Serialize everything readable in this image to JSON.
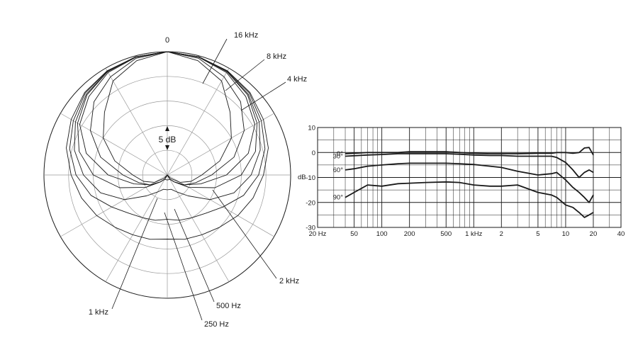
{
  "chart_data": [
    {
      "type": "polar",
      "angle_label": "0",
      "scale_label": "5 dB",
      "rings_db": 5,
      "frequency_labels": [
        "16 kHz",
        "8 kHz",
        "4 kHz",
        "2 kHz",
        "1 kHz",
        "500 Hz",
        "250 Hz"
      ],
      "series": [
        {
          "name": "16 kHz",
          "angles": [
            0,
            15,
            30,
            45,
            60,
            75,
            90,
            105,
            120,
            135,
            150,
            165,
            180
          ],
          "level_db": [
            0,
            -1,
            -3,
            -7,
            -10,
            -14,
            -18,
            -20,
            -22,
            -24,
            -25,
            -26,
            -26
          ]
        },
        {
          "name": "8 kHz",
          "angles": [
            0,
            15,
            30,
            45,
            60,
            75,
            90,
            105,
            120,
            135,
            150,
            165,
            180
          ],
          "level_db": [
            0,
            -0.5,
            -2,
            -4,
            -7,
            -11,
            -16,
            -19,
            -21,
            -23,
            -24,
            -25,
            -25
          ]
        },
        {
          "name": "4 kHz",
          "angles": [
            0,
            15,
            30,
            45,
            60,
            75,
            90,
            105,
            120,
            135,
            150,
            165,
            180
          ],
          "level_db": [
            0,
            -0.3,
            -1,
            -2.5,
            -4.5,
            -8,
            -13,
            -18,
            -21,
            -23,
            -24,
            -25,
            -25
          ]
        },
        {
          "name": "2 kHz",
          "angles": [
            0,
            15,
            30,
            45,
            60,
            75,
            90,
            105,
            120,
            135,
            150,
            165,
            180
          ],
          "level_db": [
            0,
            -0.2,
            -0.8,
            -2,
            -4,
            -6.5,
            -10,
            -15,
            -20,
            -23,
            -24,
            -24,
            -24
          ]
        },
        {
          "name": "1 kHz",
          "angles": [
            0,
            15,
            30,
            45,
            60,
            75,
            90,
            105,
            120,
            135,
            150,
            165,
            180
          ],
          "level_db": [
            0,
            -0.2,
            -0.8,
            -1.8,
            -3.5,
            -5.5,
            -8,
            -11,
            -15,
            -19,
            -21,
            -22,
            -22
          ]
        },
        {
          "name": "500 Hz",
          "angles": [
            0,
            15,
            30,
            45,
            60,
            75,
            90,
            105,
            120,
            135,
            150,
            165,
            180
          ],
          "level_db": [
            0,
            -0.2,
            -0.7,
            -1.5,
            -3,
            -4.5,
            -6.5,
            -9,
            -12,
            -14,
            -15,
            -15.5,
            -16
          ]
        },
        {
          "name": "250 Hz",
          "angles": [
            0,
            15,
            30,
            45,
            60,
            75,
            90,
            105,
            120,
            135,
            150,
            165,
            180
          ],
          "level_db": [
            0,
            -0.2,
            -0.6,
            -1.3,
            -2.5,
            -3.8,
            -5.5,
            -7,
            -8.5,
            -10,
            -11,
            -11.5,
            -12
          ]
        }
      ]
    },
    {
      "type": "line",
      "ylabel": "dB",
      "x_scale": "log",
      "xlim": [
        20,
        40000
      ],
      "ylim": [
        -30,
        10
      ],
      "y_ticks": [
        10,
        0,
        -10,
        -20,
        -30
      ],
      "x_ticks": [
        {
          "value": 20,
          "label": "20 Hz"
        },
        {
          "value": 50,
          "label": "50"
        },
        {
          "value": 100,
          "label": "100"
        },
        {
          "value": 200,
          "label": "200"
        },
        {
          "value": 500,
          "label": "500"
        },
        {
          "value": 1000,
          "label": "1 kHz"
        },
        {
          "value": 2000,
          "label": "2"
        },
        {
          "value": 5000,
          "label": "5"
        },
        {
          "value": 10000,
          "label": "10"
        },
        {
          "value": 20000,
          "label": "20"
        },
        {
          "value": 40000,
          "label": "40"
        }
      ],
      "series": [
        {
          "name": "0°",
          "x": [
            40,
            50,
            70,
            100,
            150,
            200,
            300,
            500,
            700,
            1000,
            1500,
            2000,
            3000,
            5000,
            7000,
            8000,
            10000,
            12000,
            14000,
            16000,
            18000,
            20000
          ],
          "y": [
            -0.5,
            -0.3,
            0,
            0,
            0,
            0.3,
            0.3,
            0.3,
            0,
            -0.3,
            -0.5,
            -0.5,
            -0.5,
            -0.3,
            -0.3,
            0,
            0,
            -0.3,
            0,
            1.8,
            2,
            -1
          ]
        },
        {
          "name": "30°",
          "x": [
            40,
            50,
            70,
            100,
            150,
            200,
            300,
            500,
            700,
            1000,
            1500,
            2000,
            3000,
            5000,
            7000,
            8000,
            10000,
            12000,
            14000,
            16000,
            18000,
            20000
          ],
          "y": [
            -1.5,
            -1.3,
            -1,
            -0.8,
            -0.5,
            -0.5,
            -0.5,
            -0.5,
            -0.7,
            -1,
            -1.2,
            -1.2,
            -1.5,
            -1.5,
            -1.5,
            -2,
            -4,
            -7,
            -10,
            -8,
            -7,
            -8
          ]
        },
        {
          "name": "60°",
          "x": [
            40,
            50,
            70,
            100,
            150,
            200,
            300,
            500,
            700,
            1000,
            1500,
            2000,
            3000,
            5000,
            7000,
            8000,
            10000,
            12000,
            14000,
            16000,
            18000,
            20000
          ],
          "y": [
            -7,
            -6.5,
            -5.5,
            -5,
            -4.5,
            -4.3,
            -4.3,
            -4.3,
            -4.5,
            -4.8,
            -5.5,
            -6,
            -7.5,
            -9,
            -8.5,
            -8,
            -11,
            -14,
            -16,
            -18,
            -20,
            -17
          ]
        },
        {
          "name": "90°",
          "x": [
            40,
            50,
            70,
            100,
            150,
            200,
            300,
            500,
            700,
            1000,
            1500,
            2000,
            3000,
            5000,
            7000,
            8000,
            10000,
            12000,
            14000,
            16000,
            18000,
            20000
          ],
          "y": [
            -18,
            -16,
            -13,
            -13.5,
            -12.5,
            -12.3,
            -12,
            -11.8,
            -12,
            -13,
            -13.5,
            -13.5,
            -13,
            -16,
            -17,
            -18,
            -21,
            -22,
            -24,
            -26,
            -25,
            -24
          ]
        }
      ]
    }
  ]
}
